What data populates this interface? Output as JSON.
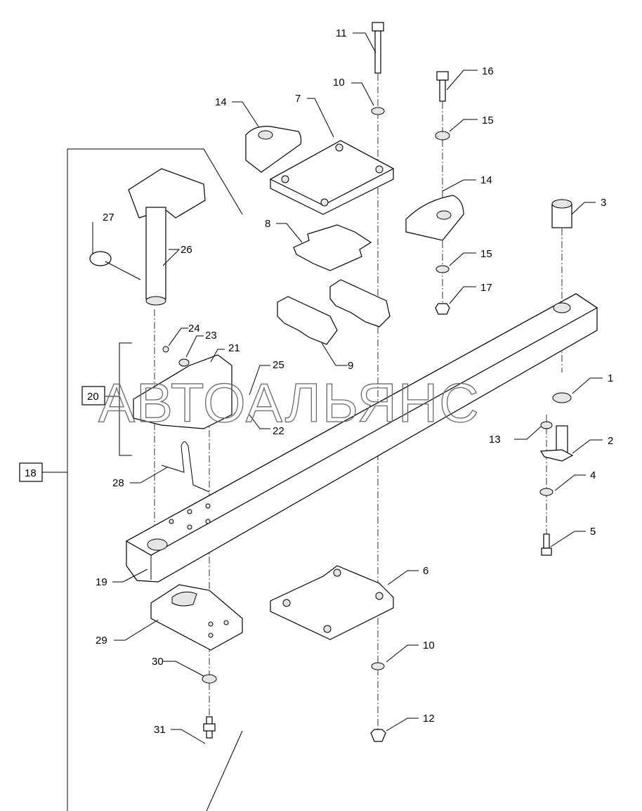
{
  "watermark": "АВТОАЛЬЯНС",
  "callouts": {
    "c1": "1",
    "c2": "2",
    "c3": "3",
    "c4": "4",
    "c5": "5",
    "c6": "6",
    "c7": "7",
    "c8": "8",
    "c9": "9",
    "c10a": "10",
    "c10b": "10",
    "c11": "11",
    "c12": "12",
    "c13": "13",
    "c14a": "14",
    "c14b": "14",
    "c15a": "15",
    "c15b": "15",
    "c16": "16",
    "c17": "17",
    "c18": "18",
    "c19": "19",
    "c20": "20",
    "c21": "21",
    "c22": "22",
    "c23": "23",
    "c24": "24",
    "c25": "25",
    "c26": "26",
    "c27": "27",
    "c28": "28",
    "c29": "29",
    "c30": "30",
    "c31": "31"
  }
}
